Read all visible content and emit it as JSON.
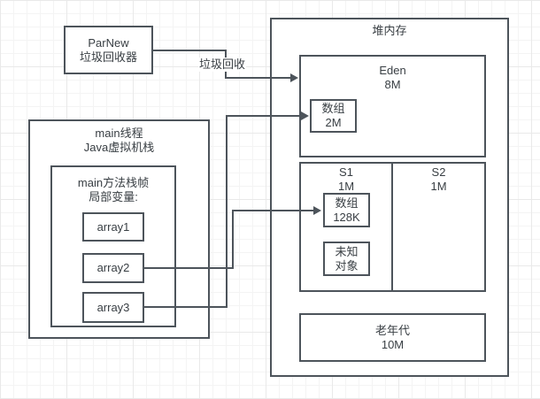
{
  "colors": {
    "stroke": "#4d545b",
    "text": "#383e43",
    "canvas_bg": "#ffffff",
    "grid_minor": "#f4f4f4",
    "grid_major": "#e9e9e9",
    "node_fill": "#ffffff"
  },
  "parnew": {
    "line1": "ParNew",
    "line2": "垃圾回收器"
  },
  "gc_arrow_label": "垃圾回收",
  "heap": {
    "title": "堆内存",
    "eden": {
      "line1": "Eden",
      "line2": "8M",
      "array": {
        "line1": "数组",
        "line2": "2M"
      }
    },
    "s1": {
      "line1": "S1",
      "line2": "1M",
      "array": {
        "line1": "数组",
        "line2": "128K"
      },
      "unknown": {
        "line1": "未知",
        "line2": "对象"
      }
    },
    "s2": {
      "line1": "S2",
      "line2": "1M"
    },
    "old_gen": {
      "line1": "老年代",
      "line2": "10M"
    }
  },
  "stack": {
    "line1": "main线程",
    "line2": "Java虚拟机栈",
    "frame": {
      "line1": "main方法栈帧",
      "line2": "局部变量:",
      "vars": [
        "array1",
        "array2",
        "array3"
      ]
    }
  }
}
